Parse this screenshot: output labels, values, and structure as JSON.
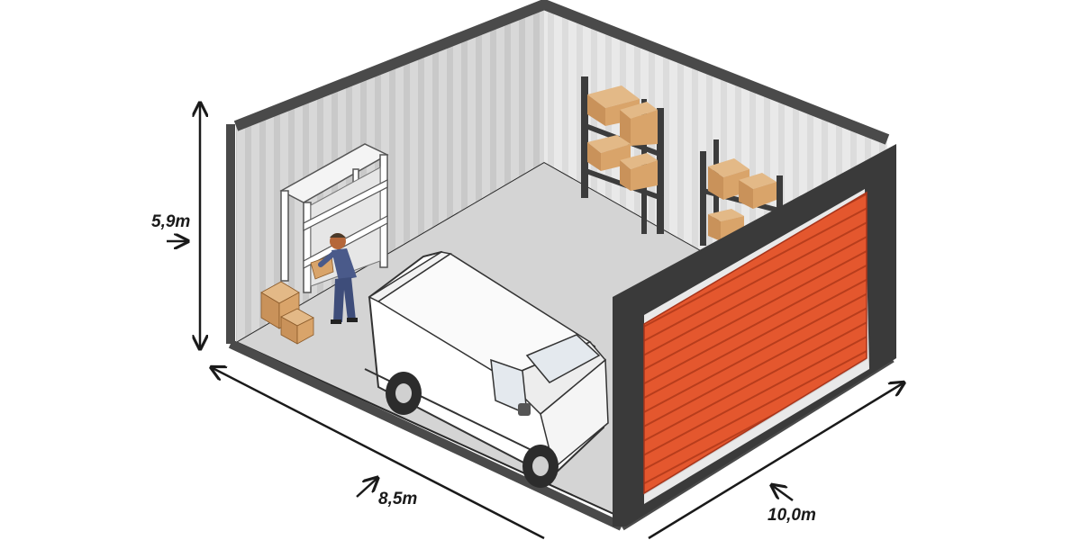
{
  "dimensions": {
    "height": "5,9m",
    "depth": "8,5m",
    "width": "10,0m"
  },
  "colors": {
    "door": "#e4572e",
    "frame": "#3a3a3a",
    "floor": "#d4d4d4",
    "wall_left": "#d9d9d9",
    "wall_right": "#e6e6e6",
    "box": "#d9a46a",
    "shelf_metal": "#3c3c3c",
    "van": "#ffffff",
    "worker": "#4a5a8a"
  },
  "icons": [
    "height-arrow-icon",
    "depth-arrow-icon",
    "width-arrow-icon"
  ]
}
